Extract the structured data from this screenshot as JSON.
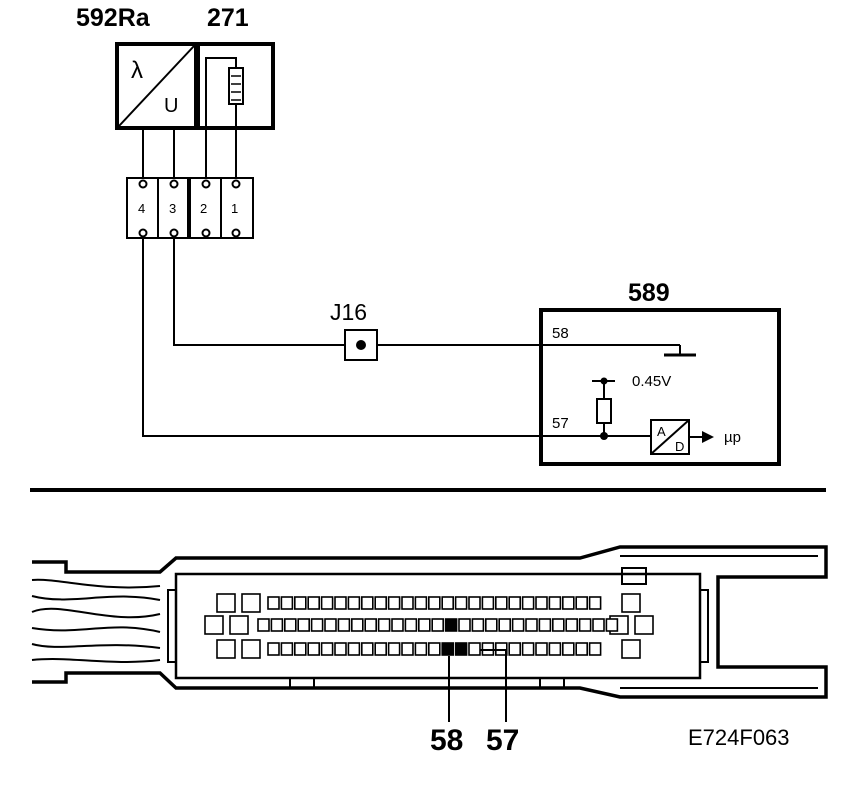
{
  "top_labels": {
    "sensor_id": "592Ra",
    "connector_id": "271"
  },
  "sensor": {
    "lambda_symbol": "λ",
    "voltage_symbol": "U"
  },
  "connector_pins": [
    "4",
    "3",
    "2",
    "1"
  ],
  "junction": {
    "label": "J16"
  },
  "ecu": {
    "label": "589",
    "pin_58": "58",
    "pin_57": "57",
    "reference_voltage": "0.45V",
    "adc_a": "A",
    "adc_d": "D",
    "output_label": "µp"
  },
  "harness_callouts": {
    "pin_58": "58",
    "pin_57": "57"
  },
  "figure_code": "E724F063"
}
